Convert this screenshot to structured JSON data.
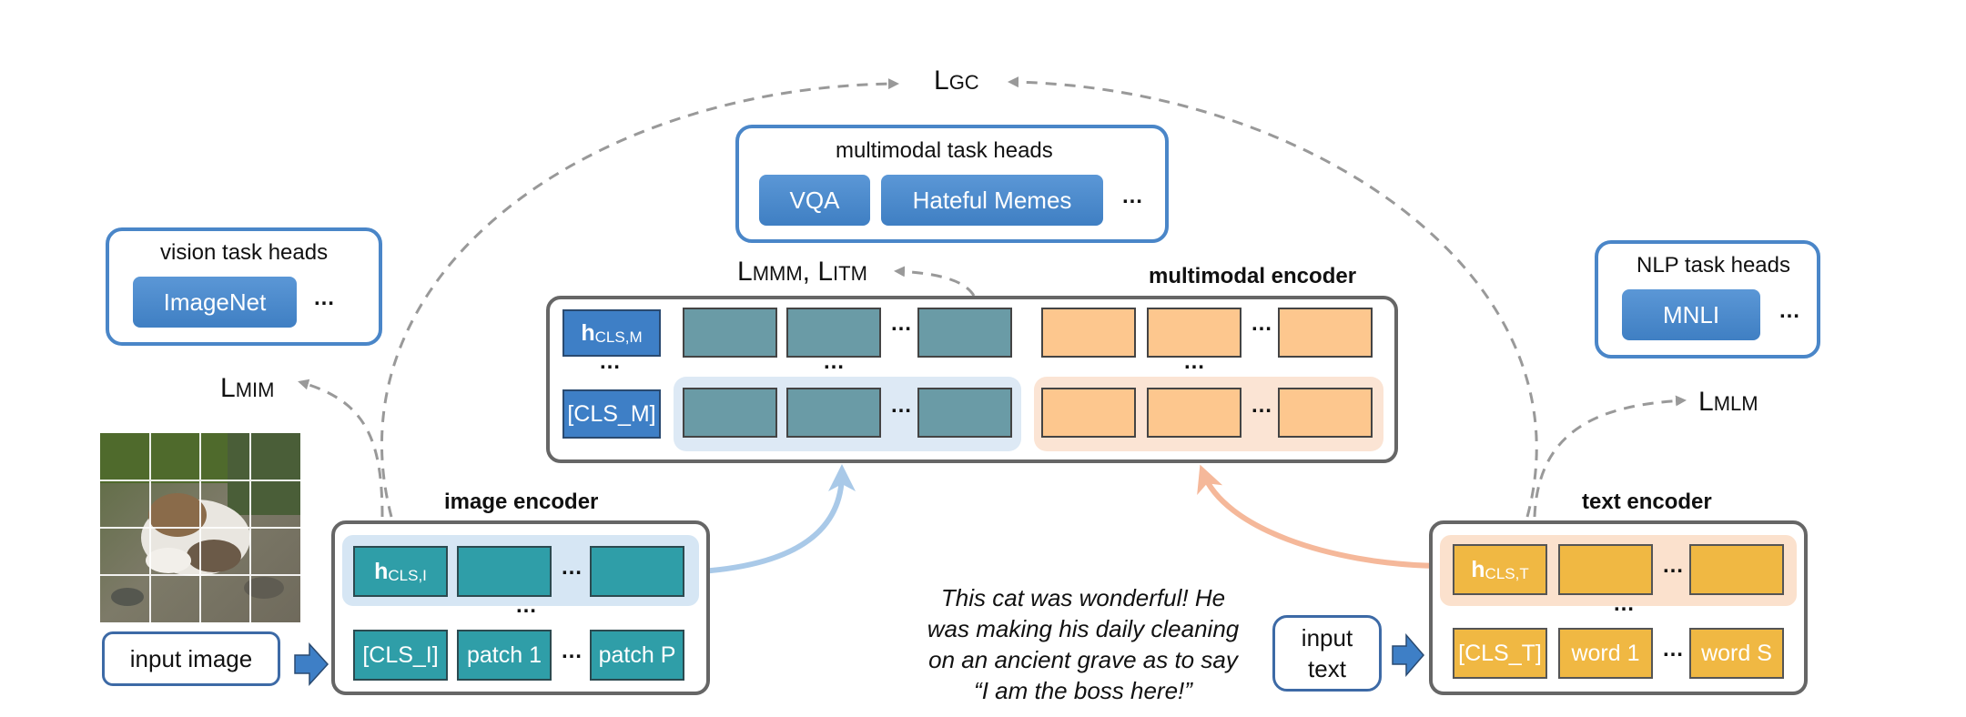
{
  "loss_gc": {
    "main": "L",
    "sub": "GC"
  },
  "loss_mmm_itm": {
    "l1": "L",
    "s1": "MMM",
    "sep": ",  ",
    "l2": "L",
    "s2": "ITM"
  },
  "loss_mim": {
    "main": "L",
    "sub": "MIM"
  },
  "loss_mlm": {
    "main": "L",
    "sub": "MLM"
  },
  "multimodal_heads": {
    "title": "multimodal task heads",
    "items": [
      "VQA",
      "Hateful Memes"
    ],
    "more": "…"
  },
  "vision_heads": {
    "title": "vision task heads",
    "items": [
      "ImageNet"
    ],
    "more": "…"
  },
  "nlp_heads": {
    "title": "NLP task heads",
    "items": [
      "MNLI"
    ],
    "more": "…"
  },
  "multimodal_encoder": {
    "title": "multimodal encoder",
    "top_cls": {
      "main": "h",
      "sub": "CLS,M"
    },
    "bottom_cls": "[CLS_M]",
    "dots": "…"
  },
  "image_encoder": {
    "title": "image encoder",
    "top_cls": {
      "main": "h",
      "sub": "CLS,I"
    },
    "tokens": [
      "[CLS_I]",
      "patch 1",
      "patch P"
    ],
    "dots": "…"
  },
  "text_encoder": {
    "title": "text encoder",
    "top_cls": {
      "main": "h",
      "sub": "CLS,T"
    },
    "tokens": [
      "[CLS_T]",
      "word 1",
      "word S"
    ],
    "dots": "…"
  },
  "input_image_label": "input image",
  "input_text_label": "input\ntext",
  "input_text_lines": [
    "This cat was wonderful! He",
    "was making his daily cleaning",
    "on an ancient grave as to say",
    "“I am the boss here!”"
  ],
  "colors": {
    "accent_blue": "#4a86c8",
    "teal": "#2f9ea8",
    "gold": "#f0b843",
    "mm_teal": "#6a9ba6",
    "mm_orange": "#fdc78e",
    "arrow_gray": "#999999",
    "arrow_blue": "#a9c9e8",
    "arrow_orange": "#f5b89a"
  }
}
